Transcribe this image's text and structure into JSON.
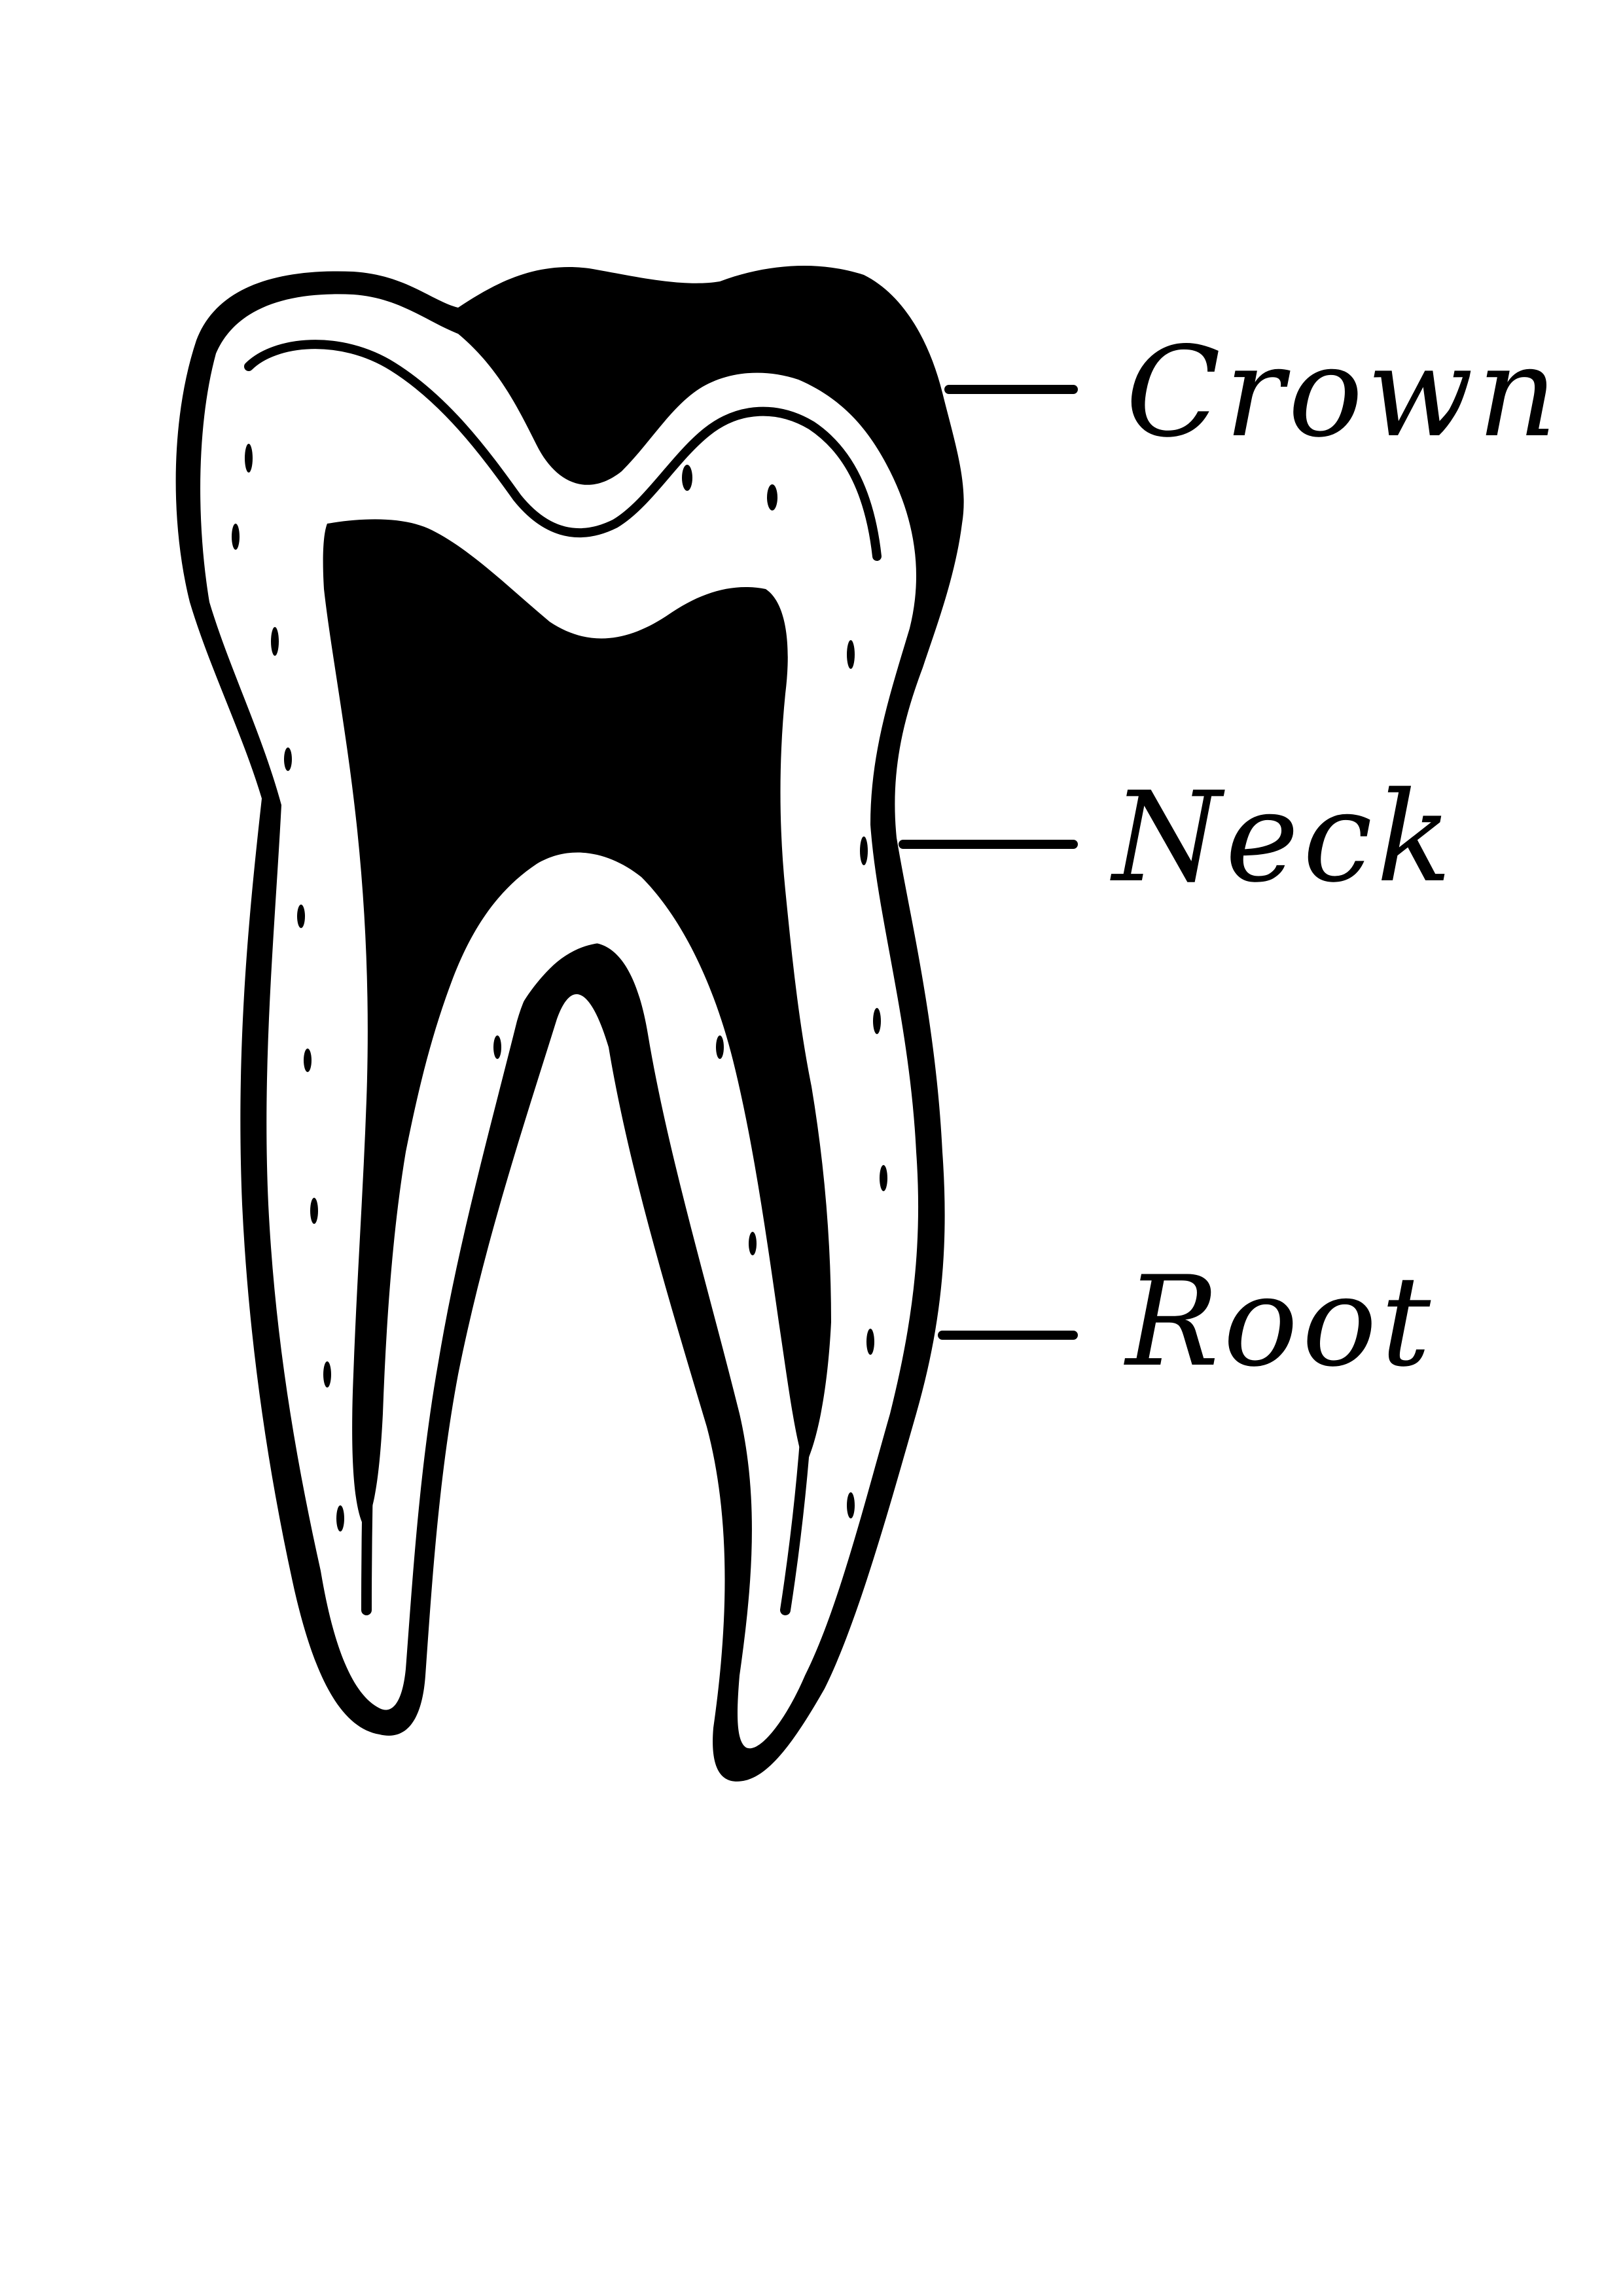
{
  "labels": {
    "crown": "Crown",
    "neck": "Neck",
    "root": "Root"
  },
  "colors": {
    "ink": "#000000",
    "paper": "#ffffff"
  }
}
